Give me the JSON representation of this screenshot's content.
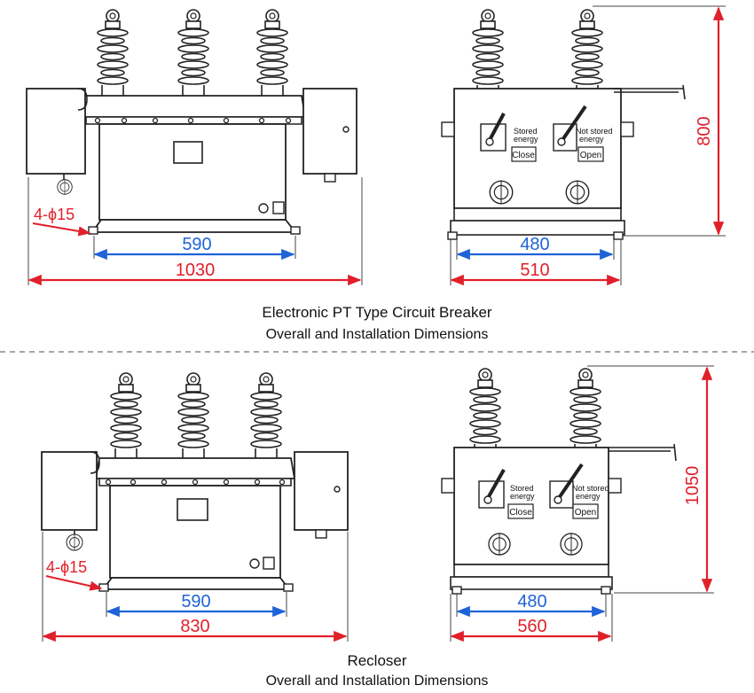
{
  "colors": {
    "outline": "#222222",
    "dim_red": "#e0202a",
    "dim_blue": "#1f63d8",
    "separator": "#888888"
  },
  "panels": [
    {
      "caption_title": "Electronic PT Type Circuit Breaker",
      "caption_subtitle": "Overall and Installation Dimensions",
      "front": {
        "hole_label": "4-ϕ15",
        "mount_spacing": "590",
        "overall_width": "1030"
      },
      "side": {
        "mount_spacing": "480",
        "overall_width": "510",
        "overall_height": "800",
        "stored_label_1": "Stored",
        "stored_label_2": "energy",
        "close_label": "Close",
        "not_stored_label_1": "Not stored",
        "not_stored_label_2": "energy",
        "open_label": "Open"
      }
    },
    {
      "caption_title": "Recloser",
      "caption_subtitle": "Overall and Installation Dimensions",
      "front": {
        "hole_label": "4-ϕ15",
        "mount_spacing": "590",
        "overall_width": "830"
      },
      "side": {
        "mount_spacing": "480",
        "overall_width": "560",
        "overall_height": "1050",
        "stored_label_1": "Stored",
        "stored_label_2": "energy",
        "close_label": "Close",
        "not_stored_label_1": "Not stored",
        "not_stored_label_2": "energy",
        "open_label": "Open"
      }
    }
  ]
}
